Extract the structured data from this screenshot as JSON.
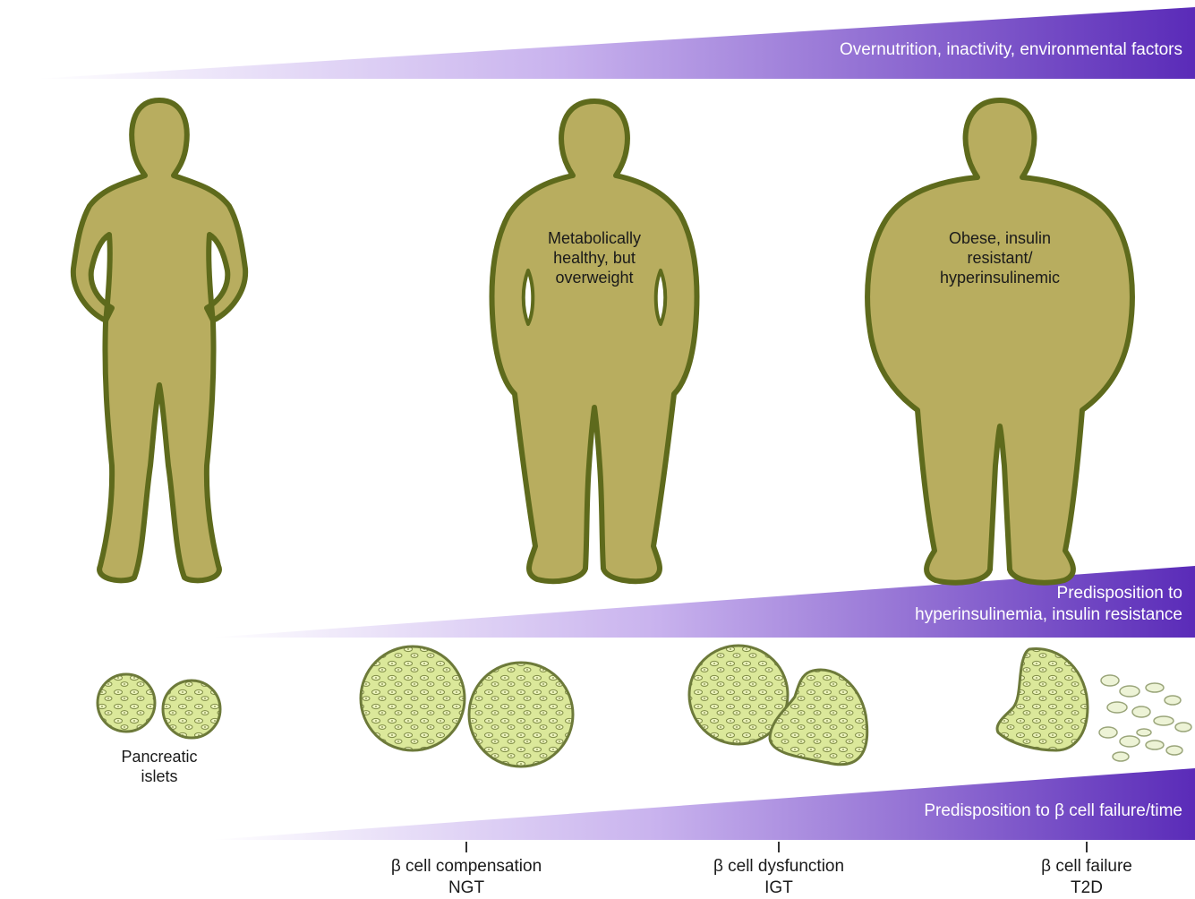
{
  "colors": {
    "purple": "#5a2bb8",
    "purple_light": "#f2ecfb",
    "body_fill": "#b8ad5f",
    "body_stroke": "#5e6a1c",
    "islet_fill": "#dbe89a",
    "islet_stroke": "#6d7a3a"
  },
  "wedges": {
    "top": "Overnutrition, inactivity, environmental factors",
    "middle_line1": "Predisposition to",
    "middle_line2": "hyperinsulinemia, insulin resistance",
    "bottom": "Predisposition to β cell failure/time"
  },
  "bodies": [
    {
      "name": "lean",
      "label": ""
    },
    {
      "name": "overweight",
      "label_lines": [
        "Metabolically",
        "healthy, but",
        "overweight"
      ]
    },
    {
      "name": "obese",
      "label_lines": [
        "Obese, insulin",
        "resistant/",
        "hyperinsulinemic"
      ]
    }
  ],
  "islets_label_lines": [
    "Pancreatic",
    "islets"
  ],
  "stages": [
    {
      "line1": "β cell compensation",
      "line2": "NGT"
    },
    {
      "line1": "β cell dysfunction",
      "line2": "IGT"
    },
    {
      "line1": "β cell failure",
      "line2": "T2D"
    }
  ]
}
